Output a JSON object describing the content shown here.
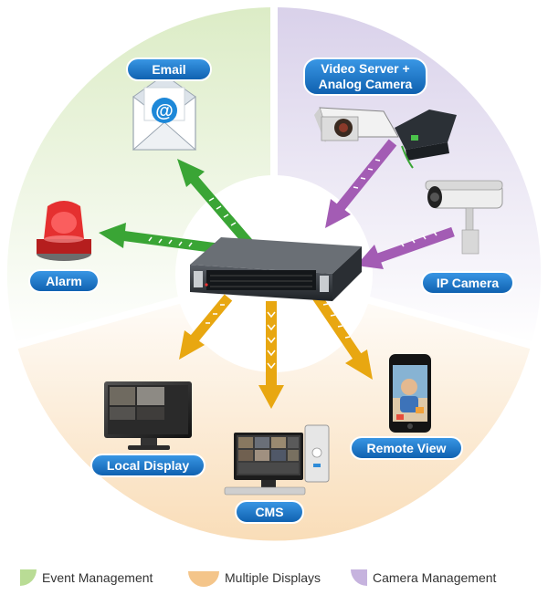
{
  "labels": {
    "email": "Email",
    "video_server_line1": "Video Server +",
    "video_server_line2": "Analog Camera",
    "alarm": "Alarm",
    "ip_camera": "IP Camera",
    "local_display": "Local Display",
    "remote_view": "Remote View",
    "cms": "CMS"
  },
  "legend": {
    "event": "Event Management",
    "displays": "Multiple Displays",
    "camera": "Camera Management"
  },
  "icons": {
    "email": "email-envelope-icon",
    "alarm": "alarm-siren-icon",
    "video_server": "video-server-analog-camera-icon",
    "ip_camera": "ip-camera-icon",
    "local_display": "monitor-icon",
    "cms": "desktop-computer-icon",
    "remote_view": "smartphone-icon",
    "nvr": "nvr-server-icon"
  },
  "colors": {
    "event": "#e6f1d6",
    "displays": "#fbe6cc",
    "camera": "#e4def0",
    "green_arrow": "#3aa535",
    "yellow_arrow": "#e8a711",
    "purple_arrow": "#a35cb4",
    "pill": "#1b77c7"
  }
}
